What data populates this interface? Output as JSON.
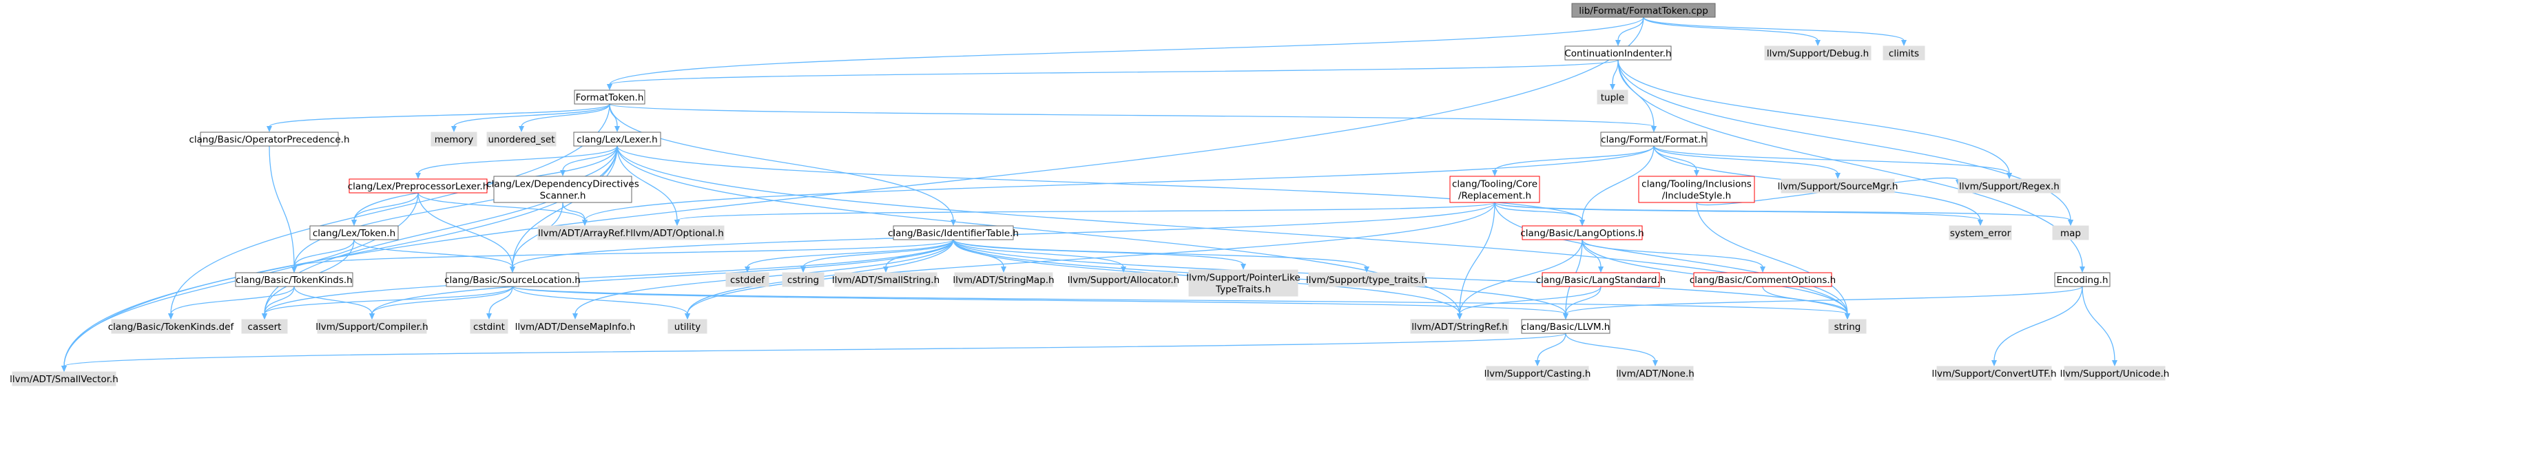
{
  "colors": {
    "root_fill": "#999999",
    "normal_fill": "#ffffff",
    "normal_border": "#666666",
    "external_fill": "#e0e0e0",
    "external_border": "#e0e0e0",
    "highlight_border": "#ff0000",
    "edge": "#63b8ff"
  },
  "nodes": [
    {
      "id": "root",
      "label": [
        "lib/Format/FormatToken.cpp"
      ],
      "kind": "root"
    },
    {
      "id": "continuation",
      "label": [
        "ContinuationIndenter.h"
      ],
      "kind": "normal"
    },
    {
      "id": "debug",
      "label": [
        "llvm/Support/Debug.h"
      ],
      "kind": "external"
    },
    {
      "id": "climits",
      "label": [
        "climits"
      ],
      "kind": "external"
    },
    {
      "id": "tuple",
      "label": [
        "tuple"
      ],
      "kind": "external"
    },
    {
      "id": "formattoken",
      "label": [
        "FormatToken.h"
      ],
      "kind": "normal"
    },
    {
      "id": "opprec",
      "label": [
        "clang/Basic/OperatorPrecedence.h"
      ],
      "kind": "normal"
    },
    {
      "id": "memory",
      "label": [
        "memory"
      ],
      "kind": "external"
    },
    {
      "id": "unordered_set",
      "label": [
        "unordered_set"
      ],
      "kind": "external"
    },
    {
      "id": "lexer",
      "label": [
        "clang/Lex/Lexer.h"
      ],
      "kind": "normal"
    },
    {
      "id": "format",
      "label": [
        "clang/Format/Format.h"
      ],
      "kind": "normal"
    },
    {
      "id": "ppl",
      "label": [
        "clang/Lex/PreprocessorLexer.h"
      ],
      "kind": "highlight"
    },
    {
      "id": "depdir",
      "label": [
        "clang/Lex/DependencyDirectives",
        "Scanner.h"
      ],
      "kind": "normal"
    },
    {
      "id": "replacement",
      "label": [
        "clang/Tooling/Core",
        "/Replacement.h"
      ],
      "kind": "highlight"
    },
    {
      "id": "incstyle",
      "label": [
        "clang/Tooling/Inclusions",
        "/IncludeStyle.h"
      ],
      "kind": "highlight"
    },
    {
      "id": "sourcemgr",
      "label": [
        "llvm/Support/SourceMgr.h"
      ],
      "kind": "external"
    },
    {
      "id": "regex",
      "label": [
        "llvm/Support/Regex.h"
      ],
      "kind": "external"
    },
    {
      "id": "map",
      "label": [
        "map"
      ],
      "kind": "external"
    },
    {
      "id": "syserr",
      "label": [
        "system_error"
      ],
      "kind": "external"
    },
    {
      "id": "token",
      "label": [
        "clang/Lex/Token.h"
      ],
      "kind": "normal"
    },
    {
      "id": "arrayref",
      "label": [
        "llvm/ADT/ArrayRef.h"
      ],
      "kind": "external"
    },
    {
      "id": "optional",
      "label": [
        "llvm/ADT/Optional.h"
      ],
      "kind": "external"
    },
    {
      "id": "identtable",
      "label": [
        "clang/Basic/IdentifierTable.h"
      ],
      "kind": "normal"
    },
    {
      "id": "langopts",
      "label": [
        "clang/Basic/LangOptions.h"
      ],
      "kind": "highlight"
    },
    {
      "id": "encoding",
      "label": [
        "Encoding.h"
      ],
      "kind": "normal"
    },
    {
      "id": "tokenkinds",
      "label": [
        "clang/Basic/TokenKinds.h"
      ],
      "kind": "normal"
    },
    {
      "id": "srcloc",
      "label": [
        "clang/Basic/SourceLocation.h"
      ],
      "kind": "normal"
    },
    {
      "id": "cstddef",
      "label": [
        "cstddef"
      ],
      "kind": "external"
    },
    {
      "id": "cstring",
      "label": [
        "cstring"
      ],
      "kind": "external"
    },
    {
      "id": "smallstring",
      "label": [
        "llvm/ADT/SmallString.h"
      ],
      "kind": "external"
    },
    {
      "id": "stringmap",
      "label": [
        "llvm/ADT/StringMap.h"
      ],
      "kind": "external"
    },
    {
      "id": "allocator",
      "label": [
        "llvm/Support/Allocator.h"
      ],
      "kind": "external"
    },
    {
      "id": "ptrlike",
      "label": [
        "llvm/Support/PointerLike",
        "TypeTraits.h"
      ],
      "kind": "external"
    },
    {
      "id": "typetraits",
      "label": [
        "llvm/Support/type_traits.h"
      ],
      "kind": "external"
    },
    {
      "id": "langstd",
      "label": [
        "clang/Basic/LangStandard.h"
      ],
      "kind": "highlight"
    },
    {
      "id": "commentopts",
      "label": [
        "clang/Basic/CommentOptions.h"
      ],
      "kind": "highlight"
    },
    {
      "id": "tokenkindsdef",
      "label": [
        "clang/Basic/TokenKinds.def"
      ],
      "kind": "external"
    },
    {
      "id": "cassert",
      "label": [
        "cassert"
      ],
      "kind": "external"
    },
    {
      "id": "compiler",
      "label": [
        "llvm/Support/Compiler.h"
      ],
      "kind": "external"
    },
    {
      "id": "cstdint",
      "label": [
        "cstdint"
      ],
      "kind": "external"
    },
    {
      "id": "densemapinfo",
      "label": [
        "llvm/ADT/DenseMapInfo.h"
      ],
      "kind": "external"
    },
    {
      "id": "utility",
      "label": [
        "utility"
      ],
      "kind": "external"
    },
    {
      "id": "stringref",
      "label": [
        "llvm/ADT/StringRef.h"
      ],
      "kind": "external"
    },
    {
      "id": "llvmh",
      "label": [
        "clang/Basic/LLVM.h"
      ],
      "kind": "normal"
    },
    {
      "id": "string",
      "label": [
        "string"
      ],
      "kind": "external"
    },
    {
      "id": "convutf",
      "label": [
        "llvm/Support/ConvertUTF.h"
      ],
      "kind": "external"
    },
    {
      "id": "unicode",
      "label": [
        "llvm/Support/Unicode.h"
      ],
      "kind": "external"
    },
    {
      "id": "smallvector",
      "label": [
        "llvm/ADT/SmallVector.h"
      ],
      "kind": "external"
    },
    {
      "id": "casting",
      "label": [
        "llvm/Support/Casting.h"
      ],
      "kind": "external"
    },
    {
      "id": "none",
      "label": [
        "llvm/ADT/None.h"
      ],
      "kind": "external"
    }
  ],
  "edges": [
    [
      "root",
      "continuation"
    ],
    [
      "root",
      "debug"
    ],
    [
      "root",
      "climits"
    ],
    [
      "root",
      "formattoken"
    ],
    [
      "root",
      "smallvector"
    ],
    [
      "continuation",
      "formattoken"
    ],
    [
      "continuation",
      "tuple"
    ],
    [
      "continuation",
      "format"
    ],
    [
      "continuation",
      "regex"
    ],
    [
      "continuation",
      "map"
    ],
    [
      "continuation",
      "encoding"
    ],
    [
      "formattoken",
      "opprec"
    ],
    [
      "formattoken",
      "memory"
    ],
    [
      "formattoken",
      "unordered_set"
    ],
    [
      "formattoken",
      "lexer"
    ],
    [
      "formattoken",
      "format"
    ],
    [
      "formattoken",
      "identtable"
    ],
    [
      "formattoken",
      "tokenkindsdef"
    ],
    [
      "opprec",
      "tokenkinds"
    ],
    [
      "lexer",
      "ppl"
    ],
    [
      "lexer",
      "depdir"
    ],
    [
      "lexer",
      "token"
    ],
    [
      "lexer",
      "srcloc"
    ],
    [
      "lexer",
      "tokenkinds"
    ],
    [
      "lexer",
      "langopts"
    ],
    [
      "lexer",
      "cassert"
    ],
    [
      "lexer",
      "stringref"
    ],
    [
      "lexer",
      "smallvector"
    ],
    [
      "lexer",
      "optional"
    ],
    [
      "lexer",
      "string"
    ],
    [
      "format",
      "replacement"
    ],
    [
      "format",
      "incstyle"
    ],
    [
      "format",
      "sourcemgr"
    ],
    [
      "format",
      "regex"
    ],
    [
      "format",
      "langopts"
    ],
    [
      "format",
      "syserr"
    ],
    [
      "format",
      "arrayref"
    ],
    [
      "ppl",
      "token"
    ],
    [
      "ppl",
      "srcloc"
    ],
    [
      "ppl",
      "arrayref"
    ],
    [
      "ppl",
      "smallvector"
    ],
    [
      "depdir",
      "srcloc"
    ],
    [
      "depdir",
      "arrayref"
    ],
    [
      "replacement",
      "langopts"
    ],
    [
      "replacement",
      "stringref"
    ],
    [
      "replacement",
      "map"
    ],
    [
      "replacement",
      "optional"
    ],
    [
      "replacement",
      "utility"
    ],
    [
      "replacement",
      "srcloc"
    ],
    [
      "replacement",
      "syserr"
    ],
    [
      "replacement",
      "string"
    ],
    [
      "incstyle",
      "regex"
    ],
    [
      "incstyle",
      "string"
    ],
    [
      "token",
      "tokenkinds"
    ],
    [
      "token",
      "srcloc"
    ],
    [
      "token",
      "cassert"
    ],
    [
      "identtable",
      "tokenkinds"
    ],
    [
      "identtable",
      "llvmh"
    ],
    [
      "identtable",
      "cstddef"
    ],
    [
      "identtable",
      "cstring"
    ],
    [
      "identtable",
      "smallstring"
    ],
    [
      "identtable",
      "stringmap"
    ],
    [
      "identtable",
      "allocator"
    ],
    [
      "identtable",
      "ptrlike"
    ],
    [
      "identtable",
      "typetraits"
    ],
    [
      "identtable",
      "stringref"
    ],
    [
      "identtable",
      "cassert"
    ],
    [
      "identtable",
      "string"
    ],
    [
      "identtable",
      "utility"
    ],
    [
      "identtable",
      "densemapinfo"
    ],
    [
      "identtable",
      "compiler"
    ],
    [
      "langopts",
      "langstd"
    ],
    [
      "langopts",
      "commentopts"
    ],
    [
      "langopts",
      "llvmh"
    ],
    [
      "langopts",
      "stringref"
    ],
    [
      "langopts",
      "string"
    ],
    [
      "langstd",
      "llvmh"
    ],
    [
      "langstd",
      "stringref"
    ],
    [
      "commentopts",
      "string"
    ],
    [
      "tokenkinds",
      "tokenkindsdef"
    ],
    [
      "tokenkinds",
      "compiler"
    ],
    [
      "tokenkinds",
      "cassert"
    ],
    [
      "srcloc",
      "llvmh"
    ],
    [
      "srcloc",
      "compiler"
    ],
    [
      "srcloc",
      "cassert"
    ],
    [
      "srcloc",
      "cstdint"
    ],
    [
      "srcloc",
      "string"
    ],
    [
      "srcloc",
      "utility"
    ],
    [
      "llvmh",
      "casting"
    ],
    [
      "llvmh",
      "none"
    ],
    [
      "llvmh",
      "smallvector"
    ],
    [
      "encoding",
      "llvmh"
    ],
    [
      "encoding",
      "convutf"
    ],
    [
      "encoding",
      "unicode"
    ]
  ]
}
